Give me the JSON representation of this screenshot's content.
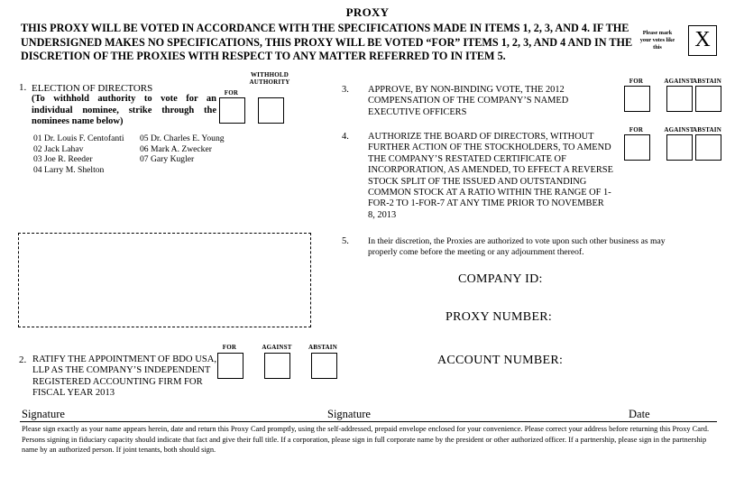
{
  "document": {
    "title": "PROXY",
    "lead_paragraph": "THIS PROXY WILL BE VOTED IN ACCORDANCE WITH THE SPECIFICATIONS MADE IN ITEMS 1, 2, 3, AND 4.  IF THE UNDERSIGNED MAKES NO SPECIFICATIONS, THIS PROXY WILL BE VOTED “FOR” ITEMS 1, 2, 3, AND 4 AND IN THE DISCRETION OF THE PROXIES WITH RESPECT TO ANY MATTER REFERRED TO IN ITEM 5.",
    "mark_note": "Please mark your votes like this",
    "mark_symbol": "X"
  },
  "item1": {
    "number": "1.",
    "title": "ELECTION OF DIRECTORS",
    "instruction": "(To withhold authority to vote for an individual nominee, strike through the nominees name below)",
    "nominees_left": [
      "01 Dr. Louis F. Centofanti",
      "02 Jack Lahav",
      "03 Joe R. Reeder",
      "04 Larry M. Shelton"
    ],
    "nominees_right": [
      "05 Dr. Charles E. Young",
      "06 Mark A. Zwecker",
      "07 Gary Kugler"
    ],
    "vote_labels": [
      "FOR",
      "WITHHOLD AUTHORITY"
    ]
  },
  "item2": {
    "number": "2.",
    "text": "RATIFY THE APPOINTMENT OF BDO USA, LLP AS THE COMPANY’S INDEPENDENT REGISTERED ACCOUNTING FIRM FOR FISCAL YEAR 2013",
    "vote_labels": [
      "FOR",
      "AGAINST",
      "ABSTAIN"
    ]
  },
  "item3": {
    "number": "3.",
    "text": "APPROVE, BY NON-BINDING  VOTE, THE 2012 COMPENSATION OF THE COMPANY’S NAMED EXECUTIVE OFFICERS",
    "vote_labels": [
      "FOR",
      "AGAINST",
      "ABSTAIN"
    ]
  },
  "item4": {
    "number": "4.",
    "text": "AUTHORIZE THE BOARD OF DIRECTORS, WITHOUT FURTHER ACTION OF THE STOCKHOLDERS, TO AMEND THE COMPANY’S RESTATED CERTIFICATE OF INCORPORATION, AS AMENDED,  TO EFFECT A REVERSE STOCK SPLIT OF THE ISSUED AND OUTSTANDING COMMON STOCK AT A RATIO WITHIN THE RANGE OF 1-FOR-2 TO 1-FOR-7 AT ANY TIME PRIOR TO NOVEMBER 8, 2013",
    "vote_labels": [
      "FOR",
      "AGAINST",
      "ABSTAIN"
    ]
  },
  "item5": {
    "number": "5.",
    "text": "In their discretion, the Proxies are authorized to vote upon such other business as may properly come before the meeting or any adjournment thereof."
  },
  "identifiers": {
    "company_id_label": "COMPANY ID:",
    "company_id_value": "",
    "proxy_number_label": "PROXY NUMBER:",
    "proxy_number_value": "",
    "account_number_label": "ACCOUNT NUMBER:",
    "account_number_value": ""
  },
  "signature_block": {
    "signature_label_1": "Signature",
    "signature_label_2": "Signature",
    "date_label": "Date",
    "instructions": "Please sign exactly as your name appears herein, date and return this Proxy Card promptly, using the self-addressed, prepaid envelope enclosed for your convenience.  Please correct your address before returning this Proxy Card.  Persons signing in fiduciary capacity should indicate that fact and give their full title.  If a corporation, please sign in full corporate name by the president or other authorized officer.  If a partnership, please sign in the partnership name by an authorized person.  If joint tenants, both should sign."
  }
}
